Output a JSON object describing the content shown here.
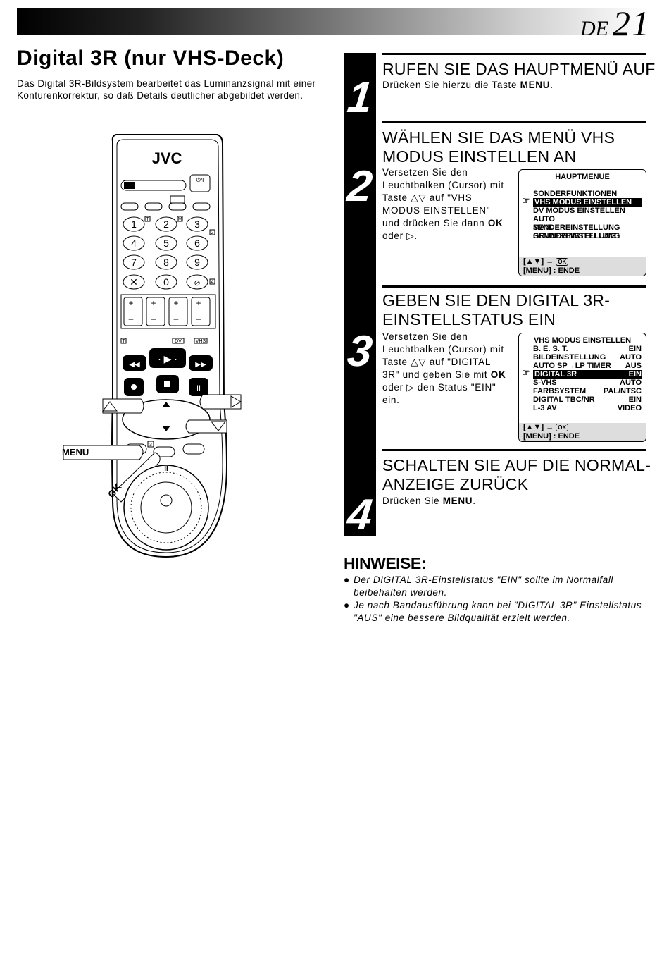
{
  "header": {
    "lang": "DE",
    "page": "21"
  },
  "title": "Digital 3R (nur VHS-Deck)",
  "intro": "Das Digital 3R-Bildsystem bearbeitet das Luminanzsignal mit einer Konturenkorrektur, so daß Details deutlicher abgebildet werden.",
  "remote": {
    "brand": "JVC",
    "keys": [
      "1",
      "2",
      "3",
      "4",
      "5",
      "6",
      "7",
      "8",
      "9",
      "0"
    ],
    "tags": [
      "T",
      "M",
      "2",
      "4",
      "T",
      "DV",
      "VHS",
      "3"
    ],
    "callouts": {
      "menu": "MENU",
      "ok": "OK"
    }
  },
  "steps": [
    {
      "number": "1",
      "heading": "RUFEN SIE DAS HAUPTMENÜ AUF",
      "text_pre": "Drücken Sie hierzu die Taste ",
      "text_bold": "MENU",
      "text_post": "."
    },
    {
      "number": "2",
      "heading_line1": "WÄHLEN SIE DAS MENÜ VHS",
      "heading_line2": "MODUS EINSTELLEN AN",
      "text_lines": [
        "Versetzen Sie den",
        "Leuchtbalken (Cursor) mit",
        "Taste △▽ auf \"VHS",
        "MODUS EINSTELLEN\""
      ],
      "text_last_pre": "und drücken Sie dann ",
      "text_last_bold": "OK",
      "text_end": "oder ▷."
    },
    {
      "number": "3",
      "heading_line1": "GEBEN SIE DEN DIGITAL 3R-",
      "heading_line2": "EINSTELLSTATUS EIN",
      "text_lines": [
        "Versetzen Sie den",
        "Leuchtbalken (Cursor) mit",
        "Taste △▽ auf \"DIGITAL"
      ],
      "text_mid_pre": "3R\" und geben Sie mit ",
      "text_mid_bold": "OK",
      "text_tail": [
        "oder ▷ den Status \"EIN\"",
        "ein."
      ]
    },
    {
      "number": "4",
      "heading_line1": "SCHALTEN SIE AUF DIE NORMAL-",
      "heading_line2": "ANZEIGE ZURÜCK",
      "text_pre": "Drücken Sie ",
      "text_bold": "MENU",
      "text_post": "."
    }
  ],
  "osd_main": {
    "title": "HAUPTMENUE",
    "items": [
      "SONDERFUNKTIONEN",
      "VHS MODUS EINSTELLEN",
      "DV MODUS EINSTELLEN",
      "AUTO SENDEREINSTELLUNG",
      "MAN. SENDEREINSTELLUNG",
      "GRUNDEINSTELLUNG"
    ],
    "selected_index": 1,
    "footer_nav": "[▲▼] → ",
    "footer_ok": "OK",
    "footer_end": "[MENU] : ENDE"
  },
  "osd_vhs": {
    "title": "VHS MODUS EINSTELLEN",
    "items": [
      {
        "label": "B. E. S. T.",
        "value": "EIN"
      },
      {
        "label": "BILDEINSTELLUNG",
        "value": "AUTO"
      },
      {
        "label": "AUTO SP→LP TIMER",
        "value": "AUS"
      },
      {
        "label": "DIGITAL 3R",
        "value": "EIN"
      },
      {
        "label": "S-VHS",
        "value": "AUTO"
      },
      {
        "label": "FARBSYSTEM",
        "value": "PAL/NTSC"
      },
      {
        "label": "DIGITAL TBC/NR",
        "value": "EIN"
      },
      {
        "label": "L-3 AV",
        "value": "VIDEO"
      }
    ],
    "selected_index": 3,
    "footer_nav": "[▲▼] → ",
    "footer_ok": "OK",
    "footer_end": "[MENU] : ENDE"
  },
  "notes": {
    "title": "HINWEISE:",
    "items": [
      {
        "line1": "Der DIGITAL 3R-Einstellstatus \"EIN\" sollte im Normalfall",
        "line2": "beibehalten werden."
      },
      {
        "line1": "Je nach Bandausführung kann bei \"DIGITAL 3R\" Einstellstatus",
        "line2": "\"AUS\" eine bessere Bildqualität erzielt werden."
      }
    ]
  }
}
